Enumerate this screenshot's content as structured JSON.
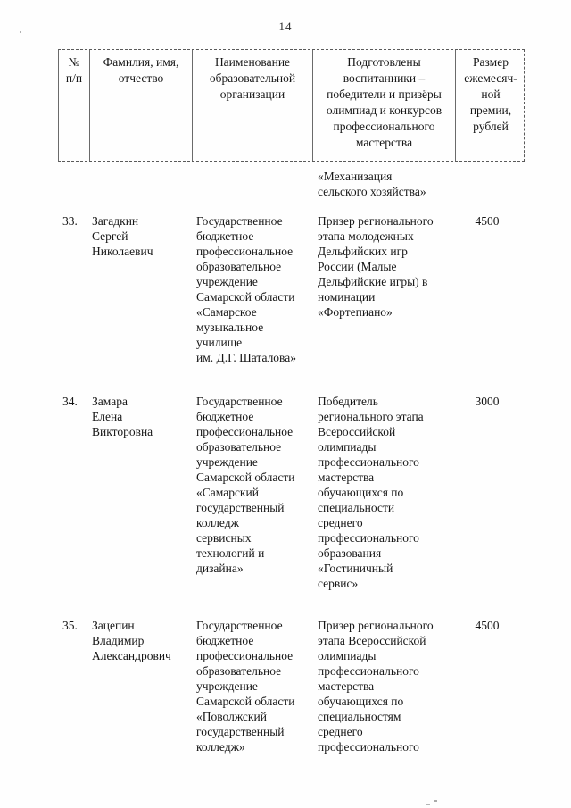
{
  "page": {
    "number": "14"
  },
  "table": {
    "headers": {
      "num": "№\nп/п",
      "name": "Фамилия, имя,\nотчество",
      "organization": "Наименование\nобразовательной\nорганизации",
      "achievement": "Подготовлены\nвоспитанники –\nпобедители и призёры\nолимпиад и конкурсов\nпрофессионального\nмастерства",
      "amount": "Размер\nежемесяч-\nной\nпремии,\nрублей"
    },
    "continuation_row": {
      "achievement": "«Механизация\nсельского хозяйства»"
    },
    "rows": [
      {
        "num": "33.",
        "name": "Загадкин\nСергей\nНиколаевич",
        "organization": "Государственное\nбюджетное\nпрофессиональное\nобразовательное\nучреждение\nСамарской области\n«Самарское\nмузыкальное\nучилище\nим. Д.Г. Шаталова»",
        "achievement": "Призер регионального\nэтапа молодежных\nДельфийских игр\nРоссии (Малые\nДельфийские игры) в\nноминации\n«Фортепиано»",
        "amount": "4500"
      },
      {
        "num": "34.",
        "name": "Замара\nЕлена\nВикторовна",
        "organization": "Государственное\nбюджетное\nпрофессиональное\nобразовательное\nучреждение\nСамарской области\n«Самарский\nгосударственный\nколледж\nсервисных\nтехнологий и\nдизайна»",
        "achievement": "Победитель\nрегионального этапа\nВсероссийской\nолимпиады\nпрофессионального\nмастерства\nобучающихся по\nспециальности\nсреднего\nпрофессионального\nобразования\n«Гостиничный\nсервис»",
        "amount": "3000"
      },
      {
        "num": "35.",
        "name": "Зацепин\nВладимир\nАлександрович",
        "organization": "Государственное\nбюджетное\nпрофессиональное\nобразовательное\nучреждение\nСамарской области\n«Поволжский\nгосударственный\nколледж»",
        "achievement": "Призер регионального\nэтапа Всероссийской\nолимпиады\nпрофессионального\nмастерства\nобучающихся по\nспециальностям\nсреднего\nпрофессионального",
        "amount": "4500"
      }
    ]
  }
}
